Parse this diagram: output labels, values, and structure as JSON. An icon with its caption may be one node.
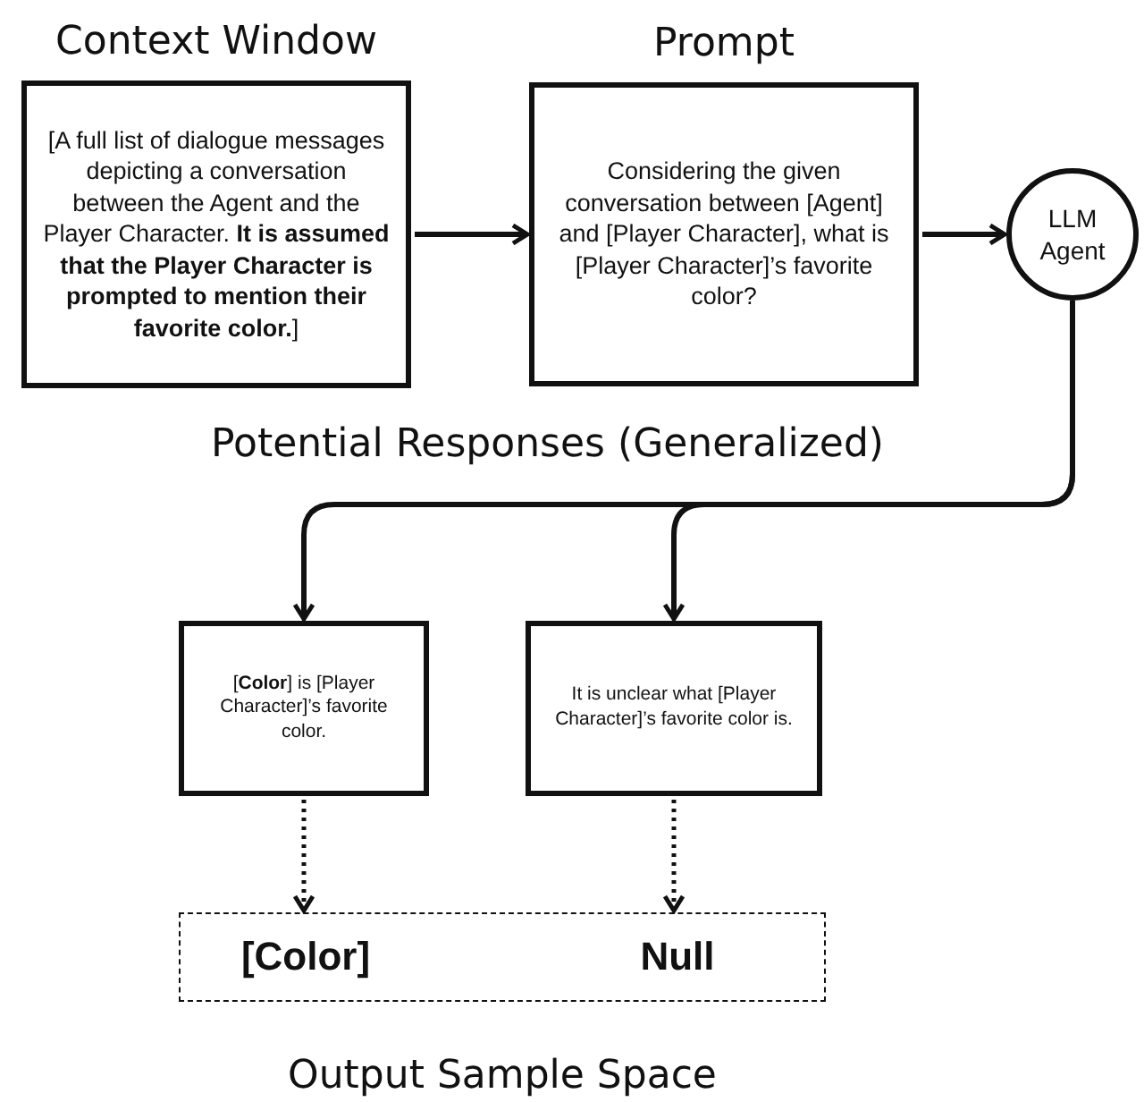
{
  "diagram": {
    "nodes": [
      {
        "text": [
          "Context Window",
          "[A full list of dialogue messages depicting a conversation between the Agent and the Player Character. **It is assumed that the Player Character is prompted to mention their favorite color.**]"
        ]
      },
      {
        "text": [
          "Prompt",
          "Considering the given conversation between [Agent] and [Player Character], what is [Player Character]’s favorite color?"
        ]
      },
      {
        "text": [
          "LLM Agent"
        ]
      },
      {
        "text": [
          "[**Color**] is [Player Character]’s favorite color."
        ]
      },
      {
        "text": [
          "It is unclear what [Player Character]’s favorite color is."
        ]
      },
      {
        "text": [
          "Output Sample Space"
        ]
      },
      {
        "text": [
          "[Color]"
        ],
        "in": 5
      },
      {
        "text": [
          "Null"
        ],
        "in": 5
      }
    ],
    "edges": [
      {
        "from": 0,
        "to": 1,
        "arrow": "to"
      },
      {
        "from": 1,
        "to": 2,
        "arrow": "to"
      },
      {
        "from": 2,
        "to": 3,
        "arrow": "to"
      },
      {
        "from": 2,
        "to": 4,
        "arrow": "to"
      },
      {
        "from": 3,
        "to": 6,
        "arrow": "to",
        "style": "dashed"
      },
      {
        "from": 4,
        "to": 7,
        "arrow": "to",
        "style": "dashed"
      }
    ],
    "labels": [
      "Potential Responses (Generalized)"
    ]
  }
}
